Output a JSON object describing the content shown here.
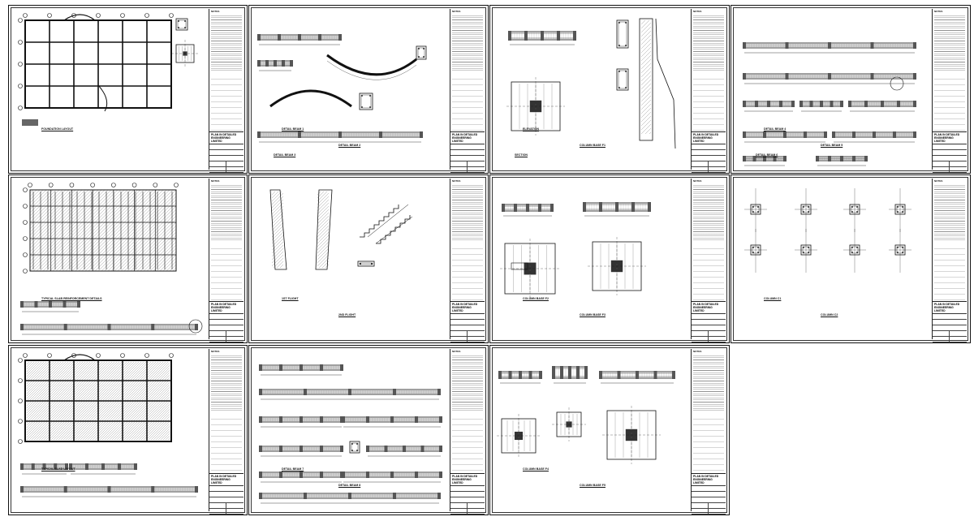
{
  "document": {
    "title": "Structural drawing sheets",
    "sheets": [
      {
        "id": "s1",
        "labels": [
          "FOUNDATION LAYOUT"
        ],
        "notes": "NOTES",
        "firm": "PLAN IN DETAILED ENGINEERING LIMITED"
      },
      {
        "id": "s2",
        "labels": [
          "DETAIL BEAM 1",
          "DETAIL BEAM 2",
          "DETAIL BEAM 3"
        ],
        "notes": "NOTES",
        "firm": "PLAN IN DETAILED ENGINEERING LIMITED"
      },
      {
        "id": "s3",
        "labels": [
          "ELEVATION",
          "COLUMN BASE F1",
          "SECTION"
        ],
        "notes": "NOTES",
        "firm": "PLAN IN DETAILED ENGINEERING LIMITED"
      },
      {
        "id": "s4",
        "labels": [
          "DETAIL BEAM 4",
          "DETAIL BEAM 5",
          "DETAIL BEAM 6"
        ],
        "notes": "NOTES",
        "firm": "PLAN IN DETAILED ENGINEERING LIMITED"
      },
      {
        "id": "s5",
        "labels": [
          "TYPICAL SLAB REINFORCEMENT DETAILS"
        ],
        "notes": "NOTES",
        "firm": "PLAN IN DETAILED ENGINEERING LIMITED"
      },
      {
        "id": "s6",
        "labels": [
          "1ST FLIGHT",
          "2ND FLIGHT"
        ],
        "notes": "NOTES",
        "firm": "PLAN IN DETAILED ENGINEERING LIMITED"
      },
      {
        "id": "s7",
        "labels": [
          "COLUMN BASE F2",
          "COLUMN BASE F3"
        ],
        "notes": "NOTES",
        "firm": "PLAN IN DETAILED ENGINEERING LIMITED"
      },
      {
        "id": "s8",
        "labels": [
          "COLUMN C1",
          "COLUMN C2"
        ],
        "notes": "NOTES",
        "firm": "PLAN IN DETAILED ENGINEERING LIMITED"
      },
      {
        "id": "s9",
        "labels": [
          "TYPICAL SLAB LAYOUT"
        ],
        "notes": "NOTES",
        "firm": "PLAN IN DETAILED ENGINEERING LIMITED"
      },
      {
        "id": "s10",
        "labels": [
          "DETAIL BEAM 7",
          "DETAIL BEAM 8"
        ],
        "notes": "NOTES",
        "firm": "PLAN IN DETAILED ENGINEERING LIMITED"
      },
      {
        "id": "s11",
        "labels": [
          "COLUMN BASE F4",
          "COLUMN BASE F5"
        ],
        "notes": "NOTES",
        "firm": "PLAN IN DETAILED ENGINEERING LIMITED"
      }
    ]
  }
}
